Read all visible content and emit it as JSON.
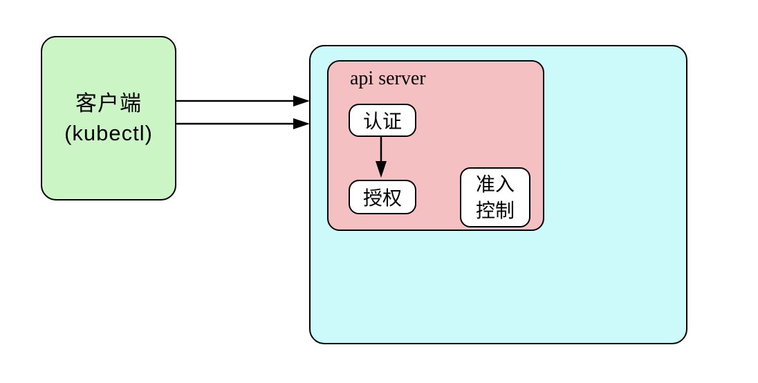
{
  "diagram": {
    "client": {
      "label_line1": "客户端",
      "label_line2": "(kubectl)"
    },
    "api_server": {
      "title": "api server",
      "nodes": {
        "authentication": "认证",
        "authorization": "授权",
        "admission_line1": "准入",
        "admission_line2": "控制"
      }
    },
    "colors": {
      "client_fill": "#ccf5c5",
      "cluster_fill": "#ccf9fa",
      "api_server_fill": "#f4c0c2",
      "node_fill": "#ffffff",
      "border": "#000000",
      "background": "#ffffff"
    }
  }
}
